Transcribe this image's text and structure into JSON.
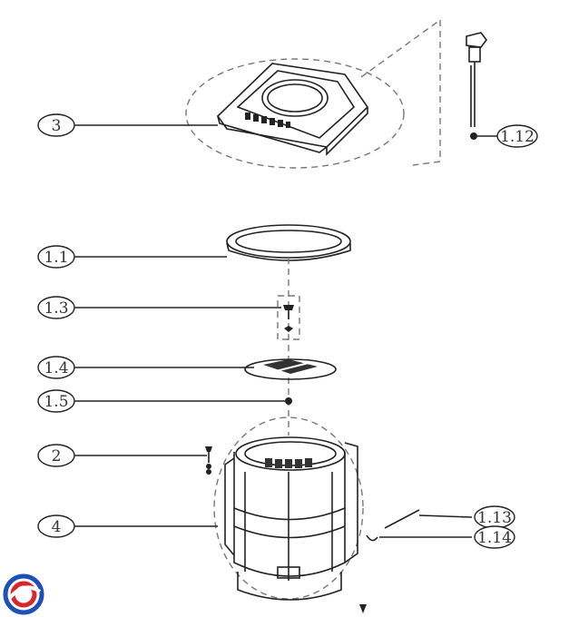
{
  "callouts": {
    "c3": "3",
    "c1_1": "1.1",
    "c1_3": "1.3",
    "c1_4": "1.4",
    "c1_5": "1.5",
    "c2": "2",
    "c4": "4",
    "c1_12": "1.12",
    "c1_13": "1.13",
    "c1_14": "1.14"
  },
  "logo": {
    "colors": {
      "blue": "#1d4fb8",
      "red": "#d8262c"
    }
  }
}
